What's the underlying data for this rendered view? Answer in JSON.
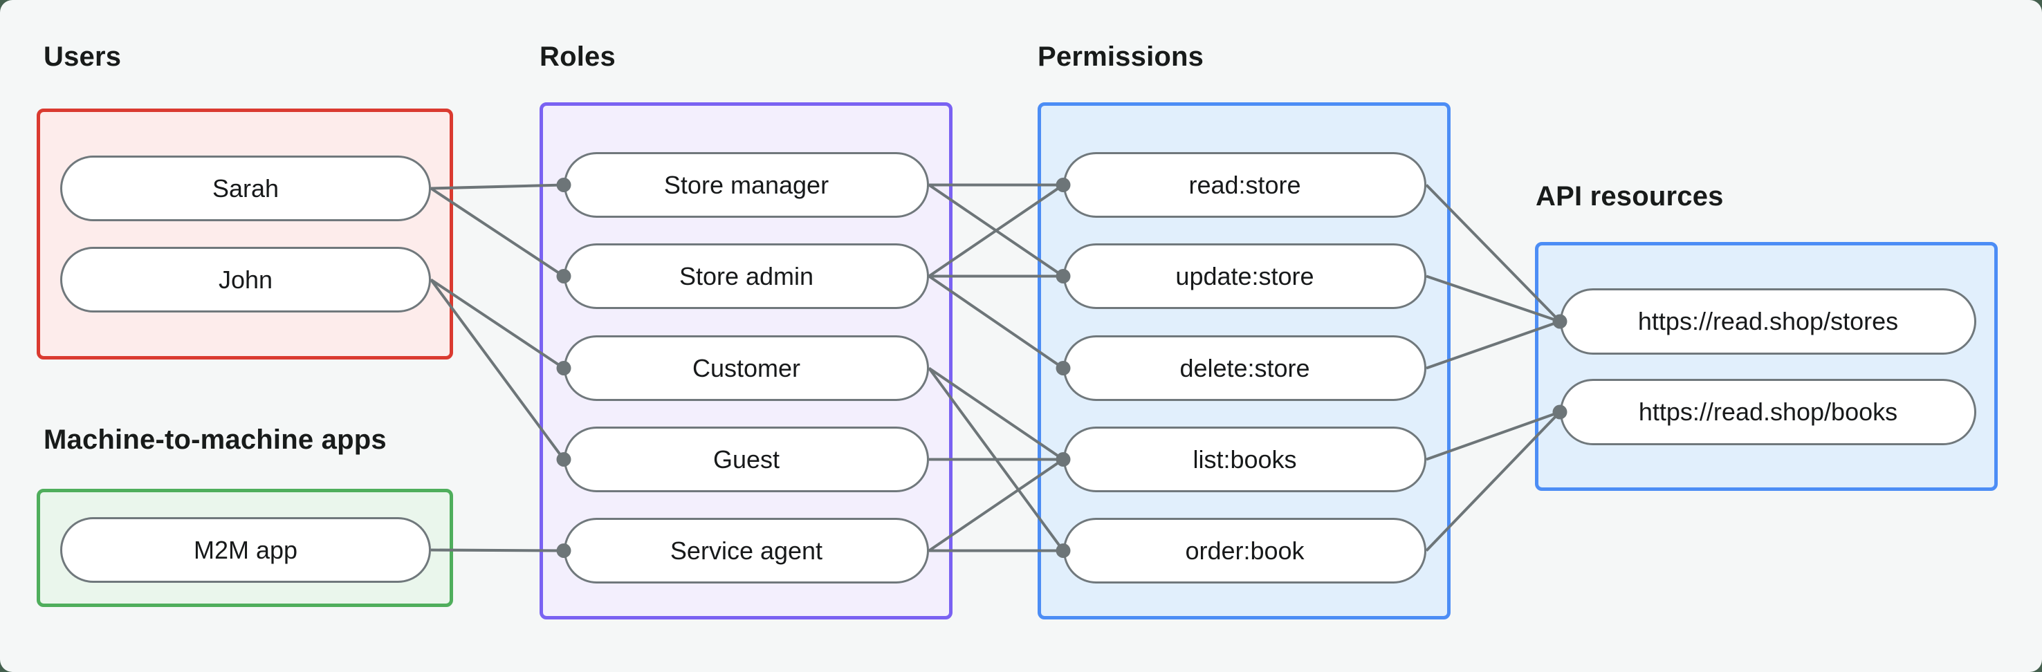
{
  "diagram": {
    "groups": [
      {
        "id": "users",
        "title": "Users",
        "border": "#da3a30",
        "fill": "#fdeceb"
      },
      {
        "id": "m2m",
        "title": "Machine-to-machine apps",
        "border": "#4fae5c",
        "fill": "#eaf6ec"
      },
      {
        "id": "roles",
        "title": "Roles",
        "border": "#7a62f2",
        "fill": "#f3effd"
      },
      {
        "id": "permissions",
        "title": "Permissions",
        "border": "#4c8df5",
        "fill": "#e1effc"
      },
      {
        "id": "api",
        "title": "API resources",
        "border": "#4c8df5",
        "fill": "#e1effc"
      }
    ],
    "nodes": {
      "sarah": "Sarah",
      "john": "John",
      "m2m_app": "M2M app",
      "store_manager": "Store manager",
      "store_admin": "Store admin",
      "customer": "Customer",
      "guest": "Guest",
      "service_agent": "Service agent",
      "read_store": "read:store",
      "update_store": "update:store",
      "delete_store": "delete:store",
      "list_books": "list:books",
      "order_book": "order:book",
      "stores": "https://read.shop/stores",
      "books": "https://read.shop/books"
    },
    "edges": [
      [
        "sarah",
        "store_manager"
      ],
      [
        "sarah",
        "store_admin"
      ],
      [
        "john",
        "customer"
      ],
      [
        "john",
        "guest"
      ],
      [
        "m2m_app",
        "service_agent"
      ],
      [
        "store_manager",
        "read_store"
      ],
      [
        "store_manager",
        "update_store"
      ],
      [
        "store_admin",
        "read_store"
      ],
      [
        "store_admin",
        "update_store"
      ],
      [
        "store_admin",
        "delete_store"
      ],
      [
        "customer",
        "list_books"
      ],
      [
        "customer",
        "order_book"
      ],
      [
        "guest",
        "list_books"
      ],
      [
        "service_agent",
        "list_books"
      ],
      [
        "service_agent",
        "order_book"
      ],
      [
        "read_store",
        "stores"
      ],
      [
        "update_store",
        "stores"
      ],
      [
        "delete_store",
        "stores"
      ],
      [
        "list_books",
        "books"
      ],
      [
        "order_book",
        "books"
      ]
    ],
    "palette": {
      "canvas_background": "#f5f7f7",
      "page_background": "#44604e",
      "node_fill": "#ffffff",
      "node_border": "#70787c",
      "edge_color": "#6d7578",
      "text_color": "#17191a",
      "title_color": "#181b1a"
    }
  }
}
